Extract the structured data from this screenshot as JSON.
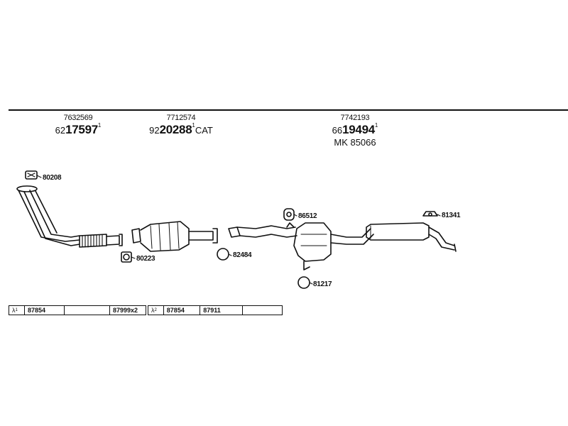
{
  "groups": [
    {
      "oem": "7632569",
      "prefix": "62",
      "main": "17597",
      "sup": "1",
      "suffix": ""
    },
    {
      "oem": "7712574",
      "prefix": "92",
      "main": "20288",
      "sup": "1",
      "suffix": "CAT"
    },
    {
      "oem": "7742193",
      "prefix": "66",
      "main": "19494",
      "sup": "1",
      "suffix": "",
      "mk": "MK  85066"
    }
  ],
  "labels": {
    "p80208": "80208",
    "p80223": "80223",
    "p82484": "82484",
    "p86512": "86512",
    "p81217": "81217",
    "p81341": "81341"
  },
  "kits": [
    {
      "lambda": "λ",
      "sup": "1",
      "cells": [
        "87854",
        "",
        "87999x2"
      ]
    },
    {
      "lambda": "λ",
      "sup": "2",
      "cells": [
        "87854",
        "87911",
        ""
      ]
    }
  ]
}
